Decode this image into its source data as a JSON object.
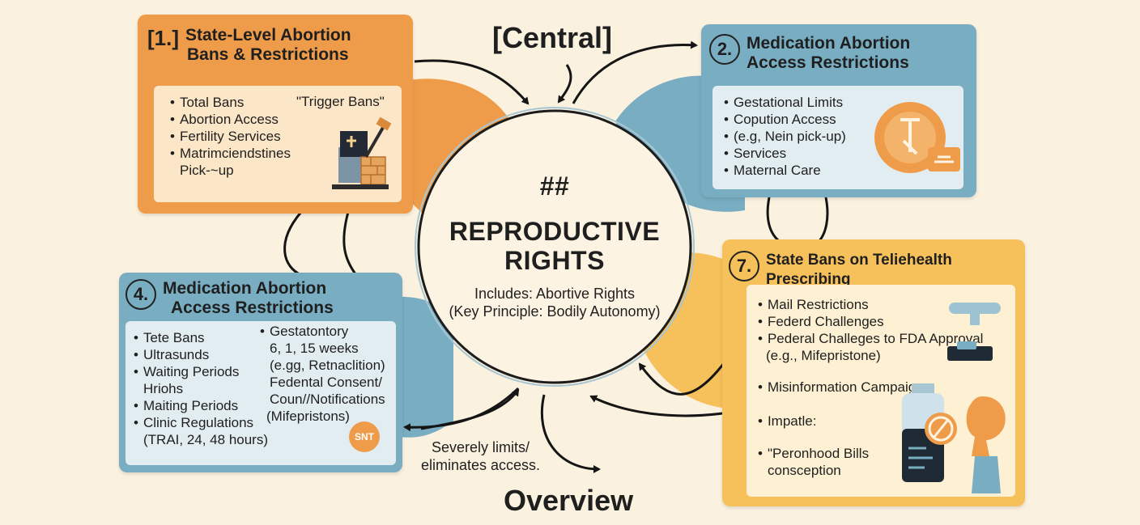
{
  "center": {
    "hash": "##",
    "title_line1": "REPRODUCTIVE",
    "title_line2": "RIGHTS",
    "sub_line1": "Includes: Abortive Rights",
    "sub_line2": "(Key Principle: Bodily Autonomy)"
  },
  "labels": {
    "central": "[Central]",
    "overview": "Overview",
    "severely_line1": "Severely limits/",
    "severely_line2": "eliminates access."
  },
  "card1": {
    "number": "[1.]",
    "title_line1": "State-Level Abortion",
    "title_line2": "Bans & Restrictions",
    "items": [
      "Total Bans",
      "Abortion Access",
      "Fertility Services",
      "Matrimciendstines"
    ],
    "item_continuation": "Pick-~up",
    "side_label": "\"Trigger Bans\""
  },
  "card2": {
    "number": "2.",
    "title_line1": "Medication Abortion",
    "title_line2": "Access Restrictions",
    "items": [
      "Gestational Limits",
      "Copution Access",
      "(e.g, Nein pick-up)",
      "Services",
      "Maternal Care"
    ]
  },
  "card4": {
    "number": "4.",
    "title_line1": "Medication Abortion",
    "title_line2": "Access Restrictions",
    "left_items": [
      "Tete Bans",
      "Ultrasunds",
      "Waiting Periods",
      "Hriohs",
      "Maiting Periods",
      "Clinic Regulations",
      "(TRAI, 24, 48 hours)"
    ],
    "right_items": [
      "Gestatontory",
      "6, 1, 15 weeks",
      "(e.gg, Retnaclition)",
      "Fedental Consent/",
      "Coun//Notifications",
      "(Mifepristons)"
    ],
    "badge": "SNT"
  },
  "card7": {
    "number": "7.",
    "title_line1": "State Bans on Teliehealth",
    "title_line2": "Prescribing",
    "items": [
      "Mail Restrictions",
      "Federd Challenges",
      "Pederal Challeges to FDA Approval",
      "(e.g., Mifepristone)"
    ],
    "item_misinfo": "Misinformation Campaigns",
    "item_impatle": "Impatle:",
    "item_personhood": "\"Peronhood Bills",
    "item_personhood_cont": "consception"
  },
  "colors": {
    "background": "#fbf1df",
    "orange": "#ef9c4a",
    "blue": "#79adc2",
    "yellow": "#f6c05a",
    "dark": "#1f1f1f"
  }
}
